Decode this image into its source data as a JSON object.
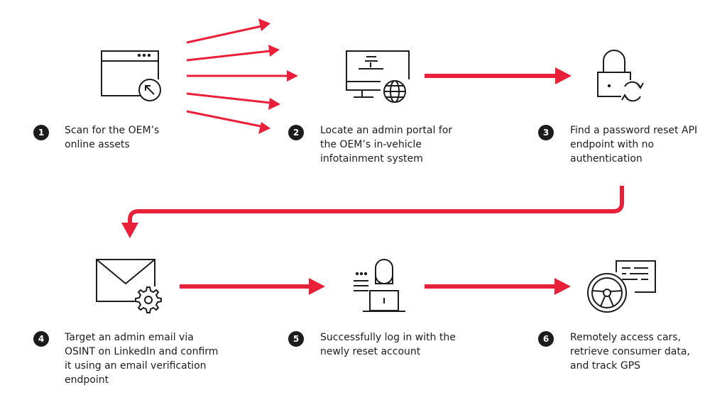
{
  "colors": {
    "accent": "#e8203a",
    "ink": "#1c1c1c",
    "background": "#ffffff"
  },
  "steps": [
    {
      "number": "1",
      "text": "Scan for the OEM’s\nonline assets",
      "icon": "browser-window-cursor-icon"
    },
    {
      "number": "2",
      "text": "Locate an admin portal for\nthe OEM’s in-vehicle\ninfotainment system",
      "icon": "monitor-globe-icon"
    },
    {
      "number": "3",
      "text": "Find a password reset API\nendpoint with no\nauthentication",
      "icon": "padlock-reset-icon"
    },
    {
      "number": "4",
      "text": "Target an admin email via\nOSINT on LinkedIn and confirm\nit using an email verification\nendpoint",
      "icon": "envelope-gear-icon"
    },
    {
      "number": "5",
      "text": "Successfully log in with the\nnewly reset account",
      "icon": "user-laptop-icon"
    },
    {
      "number": "6",
      "text": "Remotely access cars,\nretrieve consumer data,\nand track GPS",
      "icon": "steering-wheel-data-icon"
    }
  ]
}
